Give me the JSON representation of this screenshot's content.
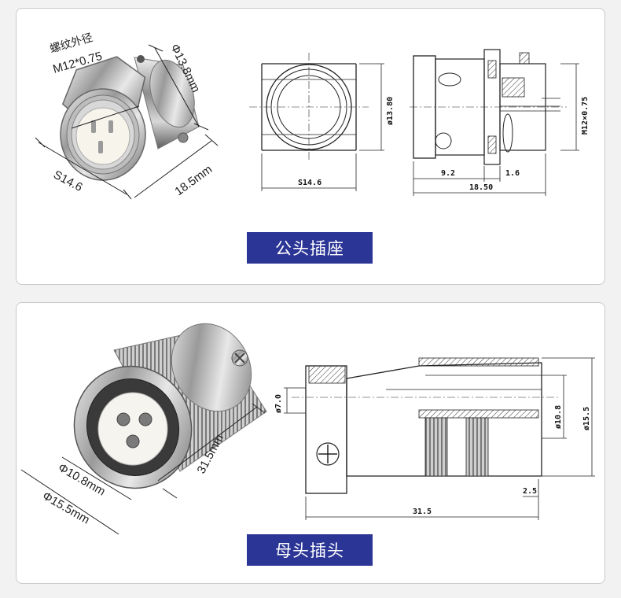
{
  "male": {
    "title": "公头插座",
    "photo": {
      "thread_label_cn": "螺纹外径",
      "thread_label": "M12*0.75",
      "diameter_label": "Φ13.8mm",
      "hex_label": "S14.6",
      "length_label": "18.5mm"
    },
    "front_view": {
      "hex_label": "S14.6",
      "diameter_label": "ø13.80"
    },
    "side_view": {
      "thread_label": "M12×0.75",
      "dim_a": "9.2",
      "dim_b": "1.6",
      "total_length": "18.50"
    }
  },
  "female": {
    "title": "母头插头",
    "photo": {
      "inner_diameter_label": "Φ10.8mm",
      "outer_diameter_label": "Φ15.5mm",
      "length_label": "31.5mm"
    },
    "side_view": {
      "left_diameter": "ø7.0",
      "inner_diameter": "ø10.8",
      "outer_diameter": "ø15.5",
      "small_dim": "2.5",
      "total_length": "31.5"
    }
  }
}
